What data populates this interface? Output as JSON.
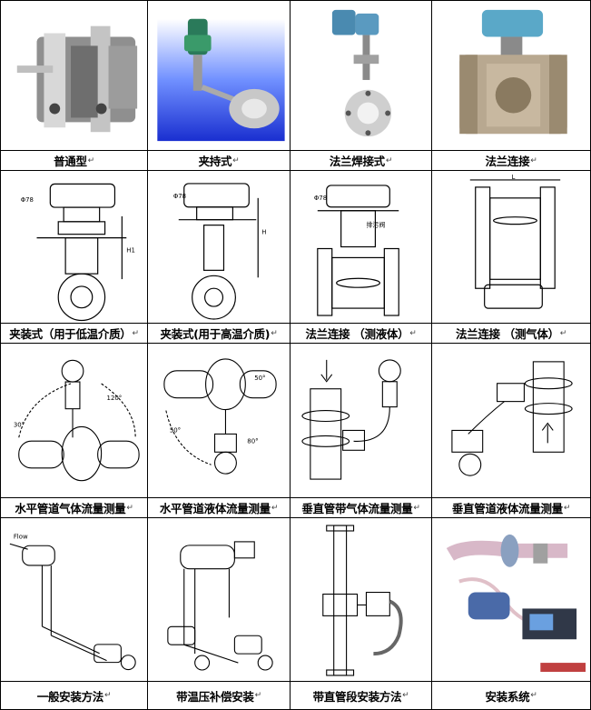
{
  "return_mark": "↵",
  "rows": [
    [
      "普通型",
      "夹持式",
      "法兰焊接式",
      "法兰连接"
    ],
    [
      "夹装式（用于低温介质）",
      "夹装式(用于高温介质)",
      "法兰连接 （测液体）",
      "法兰连接 （测气体）"
    ],
    [
      "水平管道气体流量测量",
      "水平管道液体流量测量",
      "垂直管带气体流量测量",
      "垂直管道液体流量测量"
    ],
    [
      "一般安装方法",
      "带温压补偿安装",
      "带直管段安装方法",
      "安装系统"
    ]
  ],
  "diagram_text": {
    "dim_a": "Φ78",
    "dim_b": "H",
    "dim_c": "H1",
    "dim_l": "L",
    "drain_valve": "排污阀",
    "angle_120": "120°",
    "angle_30": "30°",
    "angle_50": "50°",
    "angle_80": "80°",
    "flow": "Flow"
  },
  "colors": {
    "border": "#000000",
    "photo_bg_blue": "#2040c8",
    "steel": "#a8a8a8",
    "transmitter": "#2a7a5a"
  }
}
